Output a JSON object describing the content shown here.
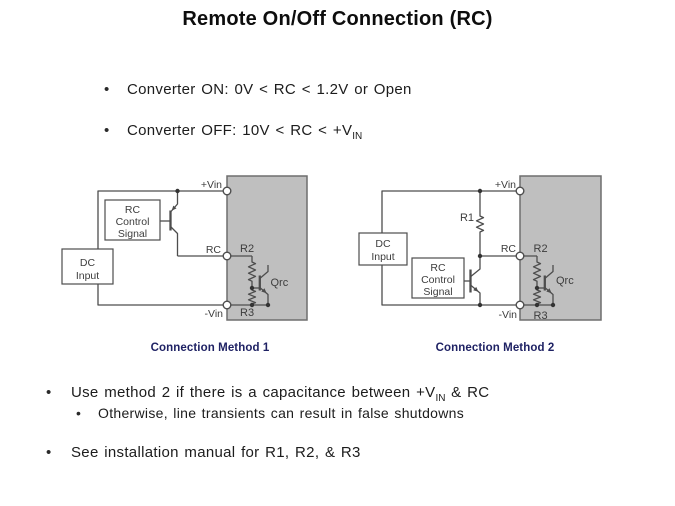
{
  "title": "Remote On/Off Connection (RC)",
  "bullet_glyph": "•",
  "colors": {
    "ink": "#1c1c1c",
    "navy": "#1f2264",
    "wire": "#4d4d4d",
    "label": "#3d3d3d",
    "gray_fill": "#bfbfbf",
    "gray_border": "#6e6e6e"
  },
  "bullets": {
    "on": {
      "text": "Converter ON: 0V < RC < 1.2V or Open"
    },
    "off": {
      "pre": "Converter OFF: 10V < RC < +V",
      "sub": "IN"
    },
    "use": {
      "pre": "Use method 2 if there is a capacitance between +V",
      "sub": "IN",
      "post": " & RC"
    },
    "otherwise": {
      "text": "Otherwise, line transients can result in false shutdowns"
    },
    "manual": {
      "text": "See installation manual for R1, R2, & R3"
    }
  },
  "captions": {
    "method1": "Connection Method 1",
    "method2": "Connection Method 2"
  },
  "diagram1": {
    "labels": {
      "vin_plus": "+Vin",
      "rc": "RC",
      "vin_minus": "-Vin",
      "r2": "R2",
      "r3": "R3",
      "qrc": "Qrc",
      "dc_line1": "DC",
      "dc_line2": "Input",
      "ctrl_line1": "RC",
      "ctrl_line2": "Control",
      "ctrl_line3": "Signal"
    }
  },
  "diagram2": {
    "labels": {
      "vin_plus": "+Vin",
      "rc": "RC",
      "vin_minus": "-Vin",
      "r1": "R1",
      "r2": "R2",
      "r3": "R3",
      "qrc": "Qrc",
      "dc_line1": "DC",
      "dc_line2": "Input",
      "ctrl_line1": "RC",
      "ctrl_line2": "Control",
      "ctrl_line3": "Signal"
    }
  }
}
